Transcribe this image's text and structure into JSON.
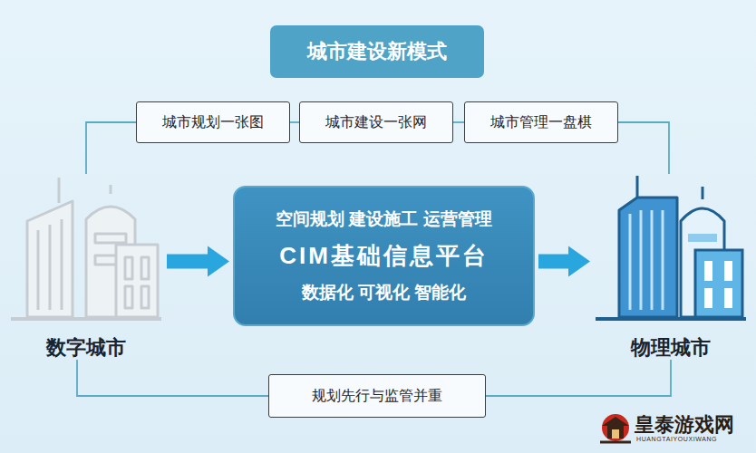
{
  "diagram": {
    "title": "城市建设新模式",
    "nodes": [
      {
        "text": [
          "城市规划一张图"
        ]
      },
      {
        "text": [
          "城市建设一张网"
        ]
      },
      {
        "text": [
          "城市管理一盘棋"
        ]
      },
      {
        "text": [
          "数字城市"
        ]
      },
      {
        "text": [
          "空间规划 建设施工 运营管理",
          "CIM基础信息平台",
          "数据化 可视化 智能化"
        ]
      },
      {
        "text": [
          "物理城市"
        ]
      },
      {
        "text": [
          "规划先行与监管并重"
        ]
      }
    ],
    "edges": [
      {
        "from": 3,
        "to": 0,
        "arrow": "none"
      },
      {
        "from": 0,
        "to": 1,
        "arrow": "none"
      },
      {
        "from": 1,
        "to": 2,
        "arrow": "none"
      },
      {
        "from": 2,
        "to": 5,
        "arrow": "none"
      },
      {
        "from": 3,
        "to": 4,
        "arrow": "to"
      },
      {
        "from": 4,
        "to": 5,
        "arrow": "to"
      },
      {
        "from": 3,
        "to": 6,
        "arrow": "none"
      },
      {
        "from": 6,
        "to": 5,
        "arrow": "none"
      }
    ],
    "labels": [
      "皇泰游戏网",
      "HUANGTAIYOUXIWANG"
    ]
  }
}
